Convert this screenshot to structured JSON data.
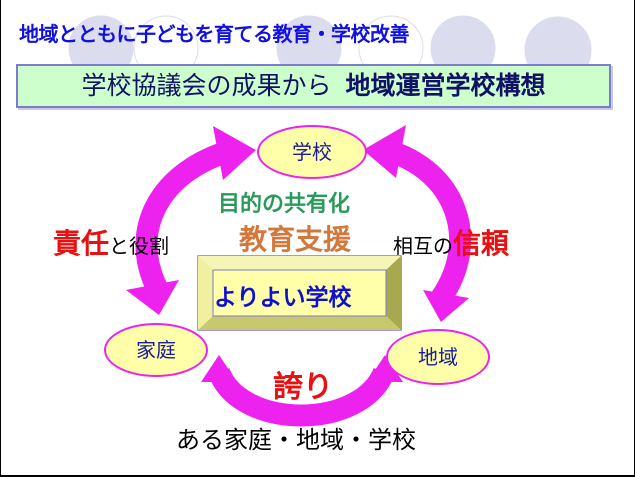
{
  "title": "地域とともに子どもを育てる教育・学校改善",
  "banner": {
    "part1": "学校協議会の成果から",
    "part2": "地域運営学校構想"
  },
  "nodes": {
    "school": "学校",
    "home": "家庭",
    "community": "地域"
  },
  "center": "よりよい学校",
  "shared_goal": "目的の共有化",
  "edu_support": "教育支援",
  "left_label": {
    "red": "責任",
    "black": "と役割"
  },
  "right_label": {
    "black": "相互の",
    "red": "信頼"
  },
  "pride": "誇り",
  "bottom_caption": "ある家庭・地域・学校",
  "colors": {
    "arrow": "#ee22ee",
    "node_fill": "#ffffaa",
    "banner_fill": "#ccffcc"
  }
}
